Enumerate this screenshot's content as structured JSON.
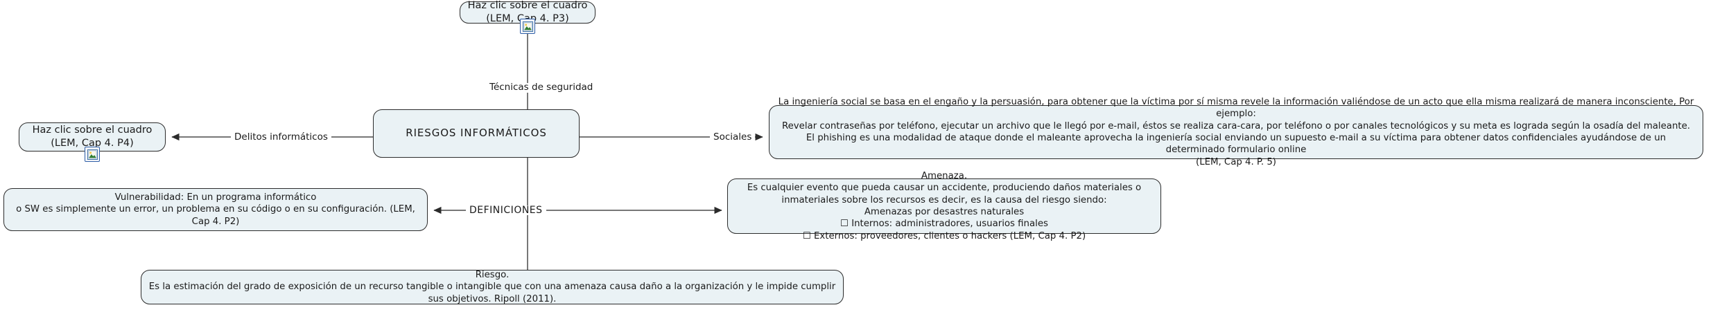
{
  "diagram": {
    "title": "RIESGOS INFORMÁTICOS",
    "type": "concept-map",
    "background_color": "#ffffff",
    "node_fill_color": "#eaf2f5",
    "node_border_color": "#2b2b2b",
    "edge_color": "#4a4a4a",
    "text_color": "#1a1a1a"
  },
  "nodes": {
    "top": {
      "id": "node-top",
      "text": "Haz clic sobre el cuadro\n(LEM, Cap 4. P3)",
      "has_image_badge": true,
      "badge_icon": "image-icon"
    },
    "center": {
      "id": "node-center",
      "text": "RIESGOS INFORMÁTICOS"
    },
    "left": {
      "id": "node-left",
      "text": "Haz clic sobre el cuadro\n(LEM, Cap 4. P4)",
      "has_image_badge": true,
      "badge_icon": "image-icon"
    },
    "right": {
      "id": "node-right",
      "text": "La ingeniería social se basa en el engaño y la persuasión, para obtener que la víctima por sí misma revele la información valiéndose de un acto que ella misma realizará de manera inconsciente, Por ejemplo:\nRevelar contraseñas por teléfono, ejecutar un archivo que le llegó por e-mail, éstos se realiza cara-cara, por teléfono o por canales tecnológicos y su meta es lograda según la osadía del maleante.\nEl phishing es una modalidad de ataque donde el maleante aprovecha la ingeniería social enviando un supuesto e-mail a su víctima para obtener datos confidenciales ayudándose de un determinado formulario online\n(LEM, Cap 4. P. 5)"
    },
    "vulnerabilidad": {
      "id": "node-vuln",
      "text": "Vulnerabilidad: En un programa informático\no SW es simplemente un error, un problema en su código o en su configuración. (LEM, Cap 4. P2)"
    },
    "amenaza": {
      "id": "node-amenaza",
      "text": "Amenaza.\nEs cualquier evento que pueda causar un accidente, produciendo daños materiales o inmateriales sobre los recursos es decir, es la causa del riesgo siendo:\nAmenazas por desastres naturales\n☐ Internos: administradores, usuarios finales\n☐ Externos: proveedores, clientes o hackers (LEM, Cap 4. P2)"
    },
    "riesgo": {
      "id": "node-riesgo",
      "text": "Riesgo.\nEs la estimación del grado de exposición de un recurso tangible o intangible que con una amenaza causa daño a la organización y le impide cumplir sus objetivos. Ripoll (2011)."
    }
  },
  "edge_labels": {
    "tecnicas": "Técnicas de seguridad",
    "delitos": "Delitos informáticos",
    "sociales": "Sociales",
    "definiciones": "DEFINICIONES"
  },
  "edges": [
    {
      "from": "top",
      "to": "center",
      "label": "Técnicas de seguridad",
      "arrow": "none"
    },
    {
      "from": "center",
      "to": "left",
      "label": "Delitos informáticos",
      "arrow": "target"
    },
    {
      "from": "center",
      "to": "right",
      "label": "Sociales",
      "arrow": "target"
    },
    {
      "from": "center",
      "to": "vulnerabilidad",
      "label": "DEFINICIONES",
      "arrow": "target"
    },
    {
      "from": "center",
      "to": "amenaza",
      "label": "DEFINICIONES",
      "arrow": "target"
    },
    {
      "from": "center",
      "to": "riesgo",
      "label": "DEFINICIONES",
      "arrow": "none"
    }
  ]
}
